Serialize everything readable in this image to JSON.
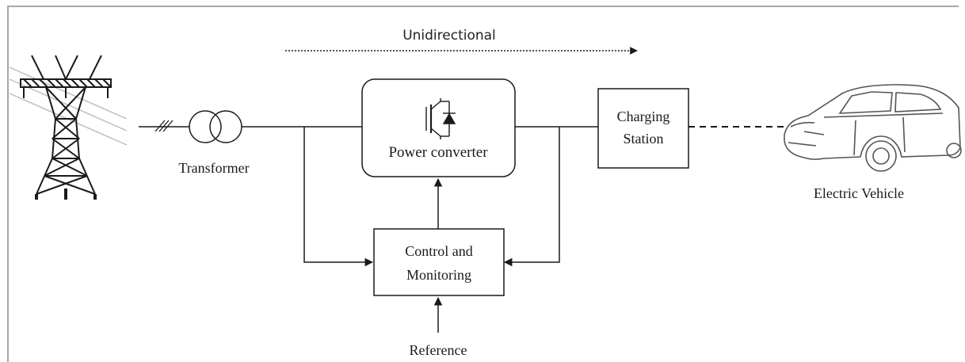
{
  "diagram": {
    "direction_label": "Unidirectional",
    "transformer_label": "Transformer",
    "converter_label": "Power converter",
    "station_label_line1": "Charging",
    "station_label_line2": "Station",
    "control_label_line1": "Control and",
    "control_label_line2": "Monitoring",
    "reference_label": "Reference",
    "vehicle_label": "Electric Vehicle"
  },
  "icons": {
    "tower": "transmission-tower-icon",
    "converter_symbol": "igbt-diode-icon",
    "vehicle": "car-icon"
  },
  "colors": {
    "line": "#1a1a1a",
    "background": "#ffffff"
  }
}
